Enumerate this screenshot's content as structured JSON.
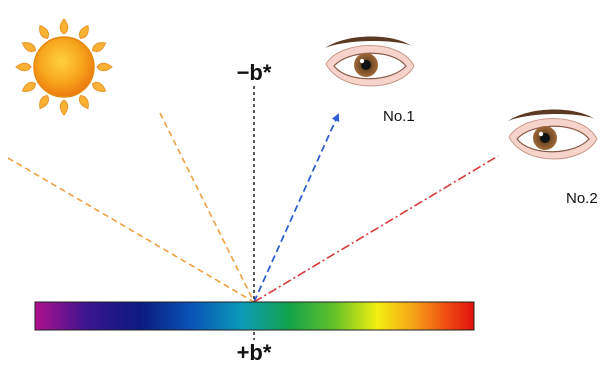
{
  "labels": {
    "axis_top": "−b*",
    "axis_bottom": "+b*",
    "observer_1": "No.1",
    "observer_2": "No.2"
  },
  "icons": [
    "sun-icon",
    "eye-icon-no1",
    "eye-icon-no2"
  ],
  "colors": {
    "incident_light": "#f0a040",
    "reflect_to_no1": "#2f5fd0",
    "reflect_to_no2": "#d83a3a",
    "axis_line": "#111111",
    "sun_core": "#f7a51c",
    "sun_ray": "#f9b233",
    "gradient": [
      "#b0108f",
      "#3a1590",
      "#0b1a80",
      "#0a55b8",
      "#0a9bb8",
      "#13a24a",
      "#62c12a",
      "#f4ef10",
      "#f6a518",
      "#ef4a12",
      "#e01010"
    ]
  }
}
